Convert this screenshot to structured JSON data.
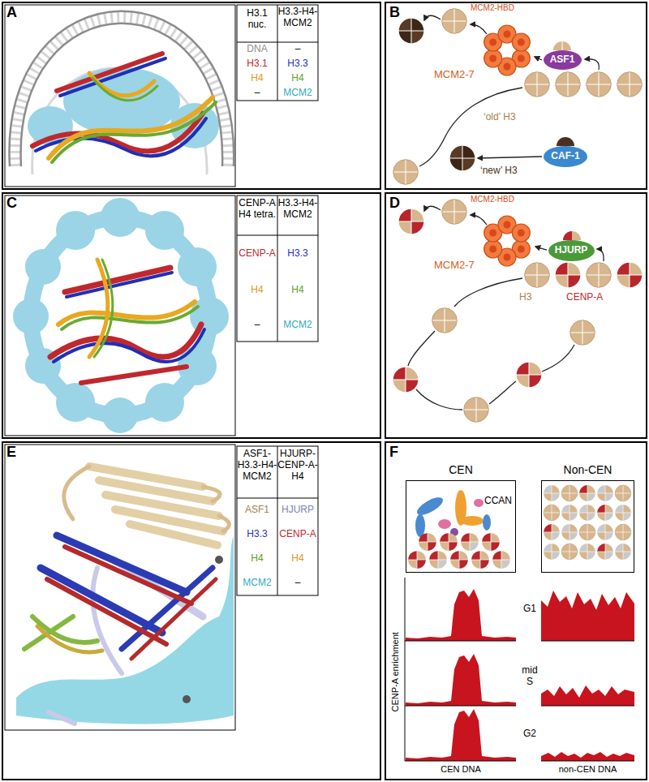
{
  "diagram": {
    "nodes": [
      {
        "text": [
          "A"
        ]
      },
      {
        "text": [
          "B"
        ]
      },
      {
        "text": [
          "ASF1"
        ],
        "in": 1
      },
      {
        "text": [
          "MCM2-7"
        ],
        "in": 1
      },
      {
        "text": [
          "CAF-1"
        ],
        "in": 1
      },
      {
        "text": [
          "C"
        ]
      },
      {
        "text": [
          "D"
        ]
      },
      {
        "text": [
          "HJURP"
        ],
        "in": 6
      },
      {
        "text": [
          "MCM2-7"
        ],
        "in": 6
      },
      {
        "text": [
          "E"
        ]
      },
      {
        "text": [
          "F"
        ]
      },
      {
        "text": [
          "CEN",
          "CCAN"
        ],
        "in": 10
      },
      {
        "text": [
          "Non-CEN"
        ],
        "in": 10
      }
    ],
    "labels": [
      "H3.1 nuc.",
      "H3.3-H4-MCM2",
      "DNA",
      "–",
      "H3.1",
      "H3.3",
      "H4",
      "H4",
      "–",
      "MCM2",
      "MCM2-HBD",
      "‘old’ H3",
      "‘new’ H3",
      "CENP-A H4 tetra.",
      "H3.3-H4-MCM2",
      "CENP-A",
      "H3.3",
      "H4",
      "H4",
      "–",
      "MCM2",
      "MCM2-HBD",
      "H3",
      "CENP-A",
      "ASF1-H3.3-H4-MCM2",
      "HJURP-CENP-A-H4",
      "ASF1",
      "HJURP",
      "H3.3",
      "CENP-A",
      "H4",
      "H4",
      "MCM2",
      "–",
      "G1",
      "mid S",
      "G2",
      "CENP-A enrichment",
      "CEN DNA",
      "non-CEN DNA"
    ]
  }
}
